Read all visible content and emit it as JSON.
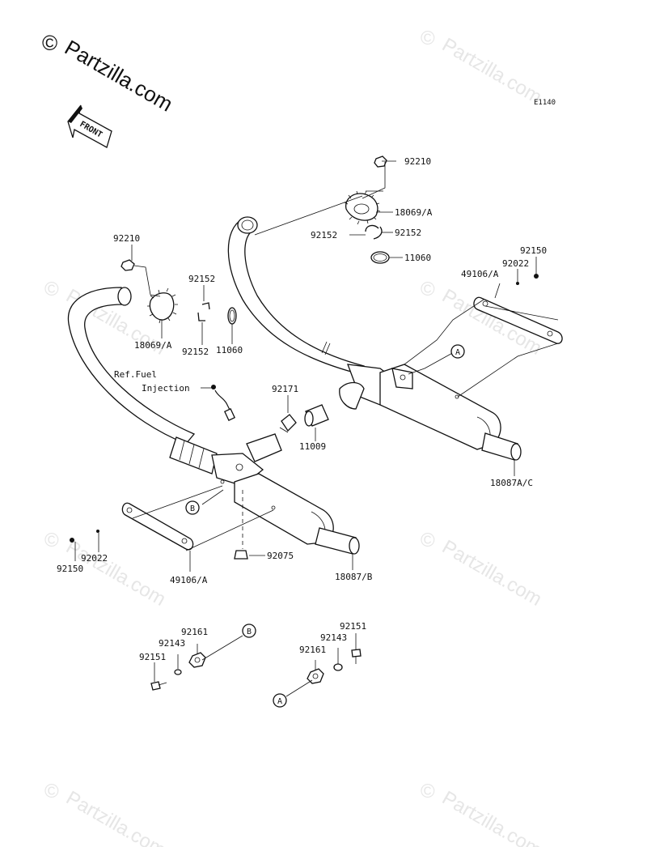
{
  "watermark": {
    "copyright_symbol": "©",
    "main_text": "Partzilla.com",
    "faint_text": "Partzilla.com"
  },
  "diagram_code": "E1140",
  "front_label": "FRONT",
  "callouts": [
    "A",
    "B"
  ],
  "ref_note": [
    "Ref.Fuel",
    "Injection"
  ],
  "labels": {
    "p92210_top": "92210",
    "p18069_top": "18069/A",
    "p92152_top_left": "92152",
    "p92152_top_right": "92152",
    "p11060_top": "11060",
    "p92150_right": "92150",
    "p92022_right": "92022",
    "p49106_right": "49106/A",
    "p92210_left": "92210",
    "p92152_left_top": "92152",
    "p18069_left": "18069/A",
    "p92152_left_bottom": "92152",
    "p11060_left": "11060",
    "p92171": "92171",
    "p11009": "11009",
    "p18087_ac": "18087A/C",
    "p92022_left": "92022",
    "p92150_left": "92150",
    "p49106_left": "49106/A",
    "p92075": "92075",
    "p18087_b": "18087/B",
    "p92161_b": "92161",
    "p92143_b": "92143",
    "p92151_b": "92151",
    "p92151_a": "92151",
    "p92143_a": "92143",
    "p92161_a": "92161"
  }
}
